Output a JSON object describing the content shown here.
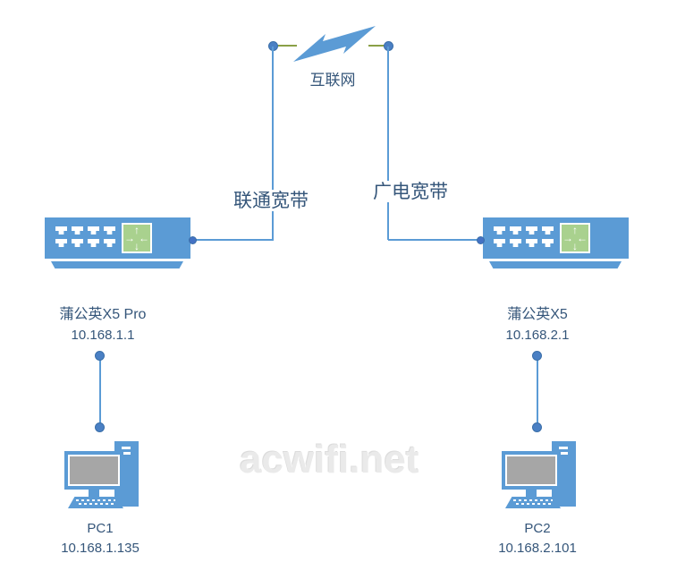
{
  "diagram": {
    "internet_label": "互联网",
    "wan_left_label": "联通宽带",
    "wan_right_label": "广电宽带",
    "router_left": {
      "name": "蒲公英X5 Pro",
      "ip": "10.168.1.1"
    },
    "router_right": {
      "name": "蒲公英X5",
      "ip": "10.168.2.1"
    },
    "pc_left": {
      "name": "PC1",
      "ip": "10.168.1.135"
    },
    "pc_right": {
      "name": "PC2",
      "ip": "10.168.2.101"
    },
    "watermark": "acwifi.net",
    "icons": {
      "arrow_up": "↑",
      "arrow_down": "↓",
      "arrow_right": "→",
      "arrow_left": "←"
    },
    "colors": {
      "device_blue": "#5B9BD5",
      "connector_blue": "#5B9BD5",
      "node_dot_blue": "#4A80C4",
      "wan_line_green": "#8AA046",
      "switch_green": "#A9D18E",
      "screen_gray": "#A6A6A6",
      "label_text": "#35567A",
      "watermark_gray": "#EAEAEA"
    }
  }
}
